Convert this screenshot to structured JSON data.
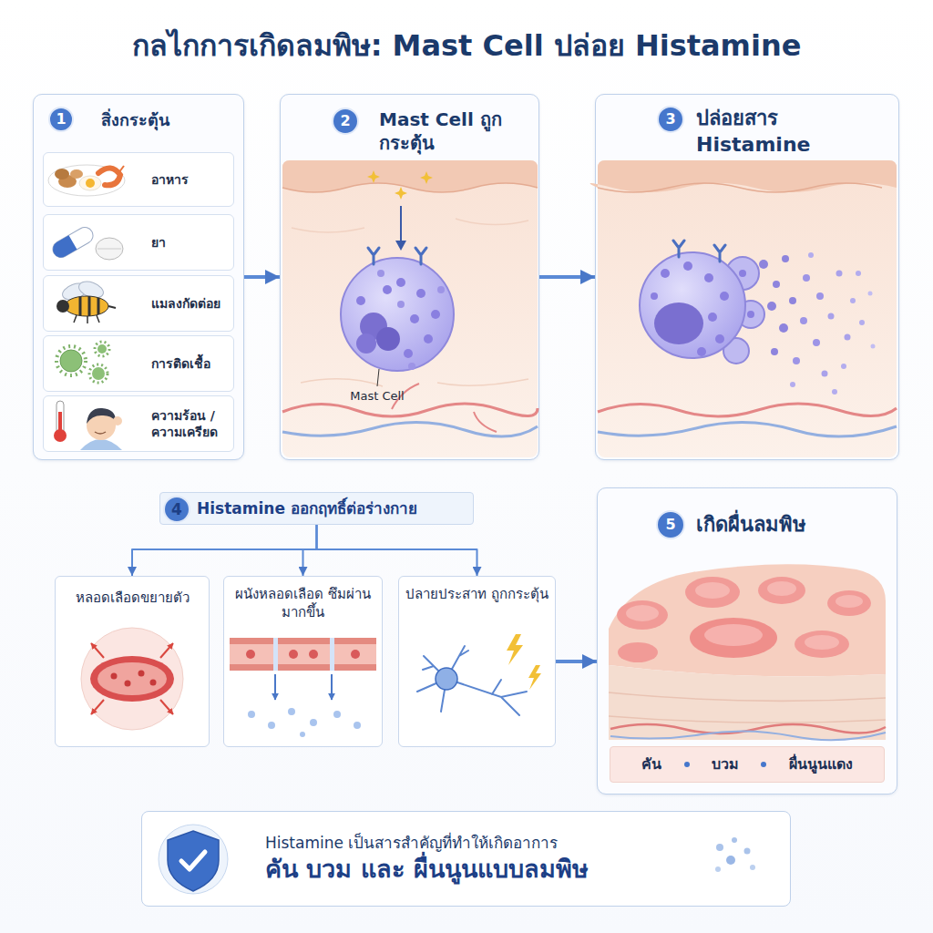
{
  "diagram": {
    "title": "กลไกการเกิดลมพิษ: Mast Cell ปล่อย Histamine",
    "nodes": [
      {
        "text": [
          "สิ่งกระตุ้น"
        ]
      },
      {
        "text": [
          "1"
        ],
        "in": 0
      },
      {
        "text": [
          "อาหาร"
        ],
        "in": 0
      },
      {
        "text": [
          "ยา"
        ],
        "in": 0
      },
      {
        "text": [
          "แมลงกัดต่อย"
        ],
        "in": 0
      },
      {
        "text": [
          "การติดเชื้อ"
        ],
        "in": 0
      },
      {
        "text": [
          "ความร้อน / ความเครียด"
        ],
        "in": 0
      },
      {
        "text": [
          "Mast Cell ถูกกระตุ้น"
        ]
      },
      {
        "text": [
          "2"
        ],
        "in": 7
      },
      {
        "text": [
          "ปล่อยสาร Histamine"
        ]
      },
      {
        "text": [
          "3"
        ],
        "in": 9
      },
      {
        "text": [
          "Histamine ออกฤทธิ์ต่อร่างกาย"
        ]
      },
      {
        "text": [
          "4"
        ],
        "in": 11
      },
      {
        "text": [
          "หลอดเลือดขยายตัว"
        ]
      },
      {
        "text": [
          "ผนังหลอดเลือด ซึมผ่านมากขึ้น"
        ]
      },
      {
        "text": [
          "ปลายประสาท ถูกกระตุ้น"
        ]
      },
      {
        "text": [
          "เกิดผื่นลมพิษ"
        ]
      },
      {
        "text": [
          "5"
        ],
        "in": 16
      },
      {
        "text": [
          "คัน",
          "บวม",
          "ผื่นนูนแดง"
        ],
        "in": 16
      },
      {
        "text": [
          "Histamine เป็นสารสำคัญที่ทำให้เกิดอาการ",
          "คัน บวม และ ผื่นนูนแบบลมพิษ"
        ]
      }
    ],
    "edges": [
      {
        "from": 0,
        "to": 7,
        "arrow": "to"
      },
      {
        "from": 7,
        "to": 9,
        "arrow": "to"
      },
      {
        "from": 11,
        "to": 13,
        "arrow": "to"
      },
      {
        "from": 11,
        "to": 14,
        "arrow": "to"
      },
      {
        "from": 11,
        "to": 15,
        "arrow": "to"
      },
      {
        "from": 15,
        "to": 16,
        "arrow": "to"
      }
    ],
    "labels": [
      "Mast Cell"
    ]
  }
}
